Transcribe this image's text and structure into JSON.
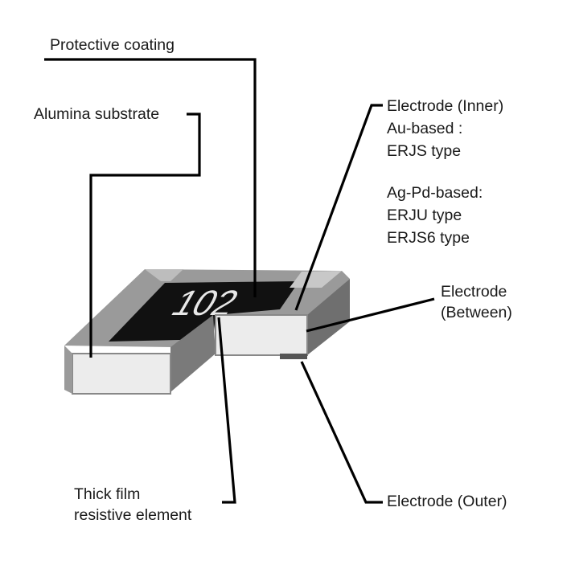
{
  "labels": {
    "protective_coating": "Protective coating",
    "alumina_substrate": "Alumina substrate",
    "electrode_inner": [
      "Electrode (Inner)",
      "Au-based :",
      "ERJS type",
      "",
      "Ag-Pd-based:",
      "ERJU type",
      "ERJS6 type"
    ],
    "electrode_between": [
      "Electrode",
      "(Between)"
    ],
    "thick_film": [
      "Thick film",
      "resistive element"
    ],
    "electrode_outer": "Electrode (Outer)"
  },
  "chip_marking": "102",
  "colors": {
    "line": "#000000",
    "coating": "#111111",
    "electrode": "#eeeeee",
    "side": "#8a8a8a"
  }
}
